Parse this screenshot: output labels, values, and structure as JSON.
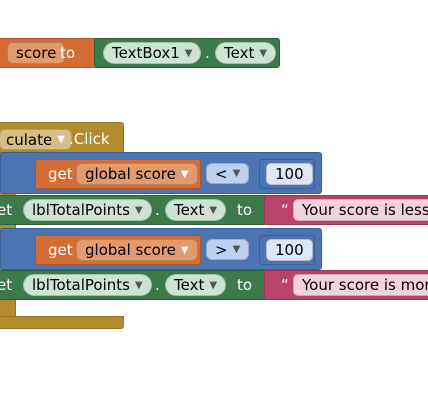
{
  "set_global": {
    "var_name": "score",
    "to_label": "to",
    "component": "TextBox1",
    "dot": ".",
    "property": "Text"
  },
  "event": {
    "name": "culate",
    "event_label": ".Click"
  },
  "if1": {
    "get_label": "get",
    "var": "global score",
    "op": "<",
    "number": "100"
  },
  "set1": {
    "set_label": "et",
    "component": "lblTotalPoints",
    "dot": ".",
    "property": "Text",
    "to_label": "to",
    "quote": "“",
    "text": "Your score is less"
  },
  "if2": {
    "get_label": "get",
    "var": "global score",
    "op": ">",
    "number": "100"
  },
  "set2": {
    "set_label": "et",
    "component": "lblTotalPoints",
    "dot": ".",
    "property": "Text",
    "to_label": "to",
    "quote": "“",
    "text": "Your score is mor"
  },
  "icons": {
    "dropdown": "dropdown-arrow-icon"
  },
  "colors": {
    "variables": "#d56c34",
    "components": "#3c7a4c",
    "logic": "#4d75b3",
    "events": "#b18b2e",
    "text": "#b8436a"
  }
}
